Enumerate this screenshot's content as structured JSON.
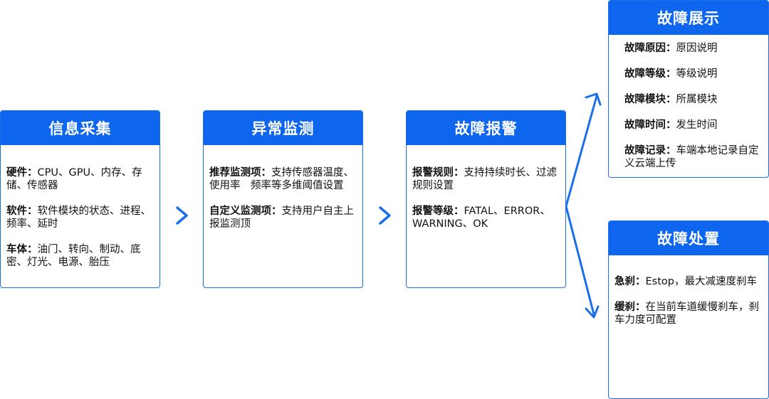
{
  "boxes": {
    "collect": {
      "title": "信息采集",
      "items": [
        {
          "key": "硬件：",
          "text": "CPU、GPU、内存、存储、传感器"
        },
        {
          "key": "软件：",
          "text": "软件模块的状态、进程、频率、延时"
        },
        {
          "key": "车体：",
          "text": "油门、转向、制动、底密、灯光、电源、胎压"
        }
      ]
    },
    "monitor": {
      "title": "异常监测",
      "items": [
        {
          "key": "推荐监测项：",
          "text": "支持传感器温度、使用率　频率等多维阈值设置"
        },
        {
          "key": "自定义监测项：",
          "text": "支持用户自主上报监测顶"
        }
      ]
    },
    "alarm": {
      "title": "故障报警",
      "items": [
        {
          "key": "报警规则：",
          "text": "支持持续时长、过滤规则设置"
        },
        {
          "key": "报警等级：",
          "text": "FATAL、ERROR、WARNING、OK"
        }
      ]
    },
    "display": {
      "title": "故障展示",
      "items": [
        {
          "key": "故障原因：",
          "text": "原因说明"
        },
        {
          "key": "故障等级：",
          "text": "等级说明"
        },
        {
          "key": "故障模块：",
          "text": "所属模块"
        },
        {
          "key": "故障时间：",
          "text": "发生时间"
        },
        {
          "key": "故障记录：",
          "text": "车端本地记录自定义云端上传"
        }
      ]
    },
    "handle": {
      "title": "故障处置",
      "items": [
        {
          "key": "急刹：",
          "text": "Estop，最大减速度刹车"
        },
        {
          "key": "缓刹：",
          "text": "在当前车道缓慢刹车，刹车力度可配置"
        }
      ]
    }
  },
  "colors": {
    "accent": "#0f66ee",
    "border": "#1a6fe8",
    "connector": "#1a6fe8"
  },
  "icons": {
    "step_arrow": "chevron-right-icon",
    "branch_arrow": "arrow-icon"
  }
}
